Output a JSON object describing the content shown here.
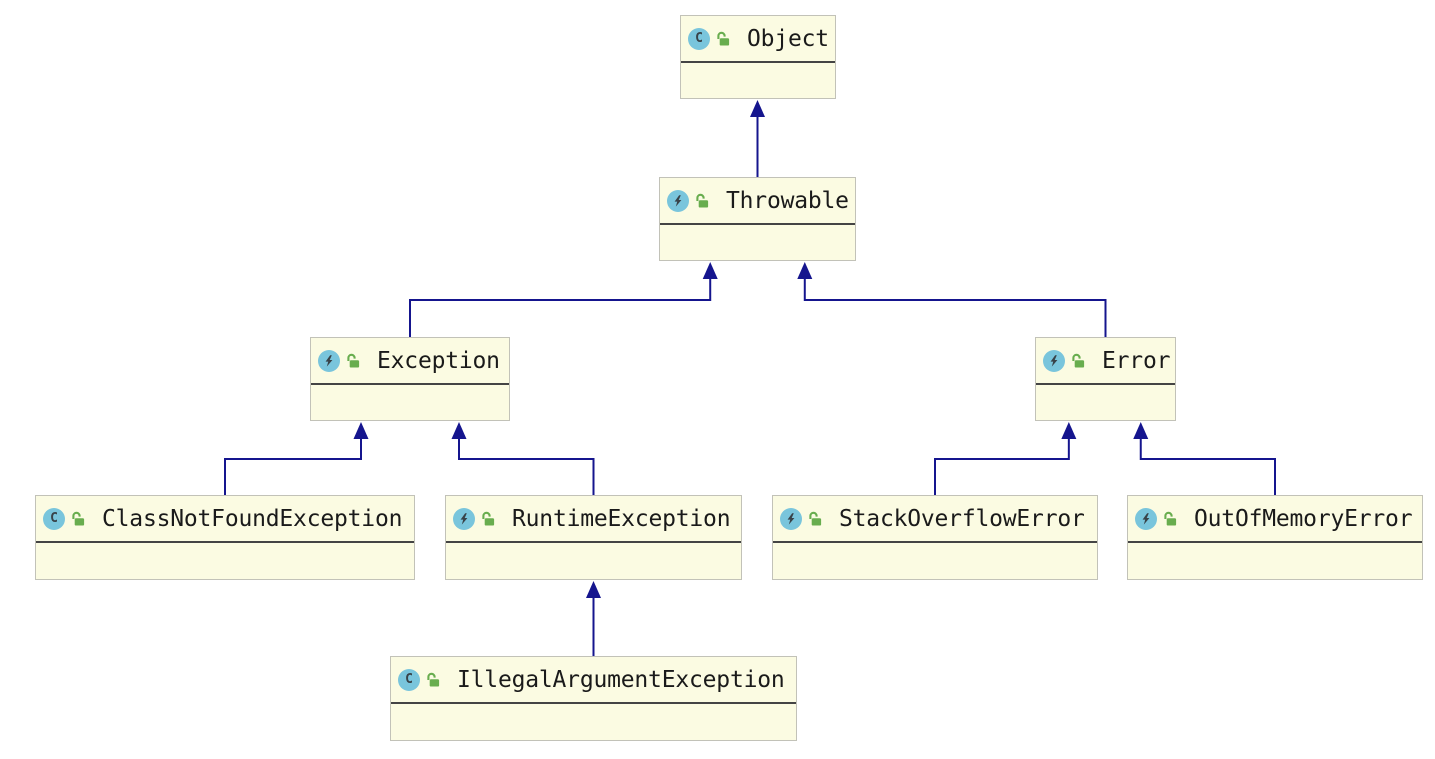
{
  "diagram": {
    "kind": "uml-class-diagram",
    "nodes": [
      {
        "id": "object",
        "label": "Object",
        "icon": "class-icon",
        "modifier": "unlocked-padlock-icon"
      },
      {
        "id": "throwable",
        "label": "Throwable",
        "icon": "exception-icon",
        "modifier": "unlocked-padlock-icon"
      },
      {
        "id": "exception",
        "label": "Exception",
        "icon": "exception-icon",
        "modifier": "unlocked-padlock-icon"
      },
      {
        "id": "error",
        "label": "Error",
        "icon": "exception-icon",
        "modifier": "unlocked-padlock-icon"
      },
      {
        "id": "cnfe",
        "label": "ClassNotFoundException",
        "icon": "class-icon",
        "modifier": "unlocked-padlock-icon"
      },
      {
        "id": "runtime",
        "label": "RuntimeException",
        "icon": "exception-icon",
        "modifier": "unlocked-padlock-icon"
      },
      {
        "id": "soe",
        "label": "StackOverflowError",
        "icon": "exception-icon",
        "modifier": "unlocked-padlock-icon"
      },
      {
        "id": "oome",
        "label": "OutOfMemoryError",
        "icon": "exception-icon",
        "modifier": "unlocked-padlock-icon"
      },
      {
        "id": "iae",
        "label": "IllegalArgumentException",
        "icon": "class-icon",
        "modifier": "unlocked-padlock-icon"
      }
    ],
    "edges": [
      {
        "from": "throwable",
        "to": "object",
        "relation": "extends"
      },
      {
        "from": "exception",
        "to": "throwable",
        "relation": "extends"
      },
      {
        "from": "error",
        "to": "throwable",
        "relation": "extends"
      },
      {
        "from": "cnfe",
        "to": "exception",
        "relation": "extends"
      },
      {
        "from": "runtime",
        "to": "exception",
        "relation": "extends"
      },
      {
        "from": "soe",
        "to": "error",
        "relation": "extends"
      },
      {
        "from": "oome",
        "to": "error",
        "relation": "extends"
      },
      {
        "from": "iae",
        "to": "runtime",
        "relation": "extends"
      }
    ]
  },
  "icons": {
    "class_glyph": "C"
  },
  "colors": {
    "background": "#ffffff",
    "node_fill": "#fbfbe2",
    "node_border": "#c2c2b8",
    "divider": "#444444",
    "edge": "#15158e",
    "class_icon_bg": "#79c5dc",
    "icon_glyph": "#384248",
    "lock_green": "#68ad4e",
    "text": "#1a1a1a"
  }
}
